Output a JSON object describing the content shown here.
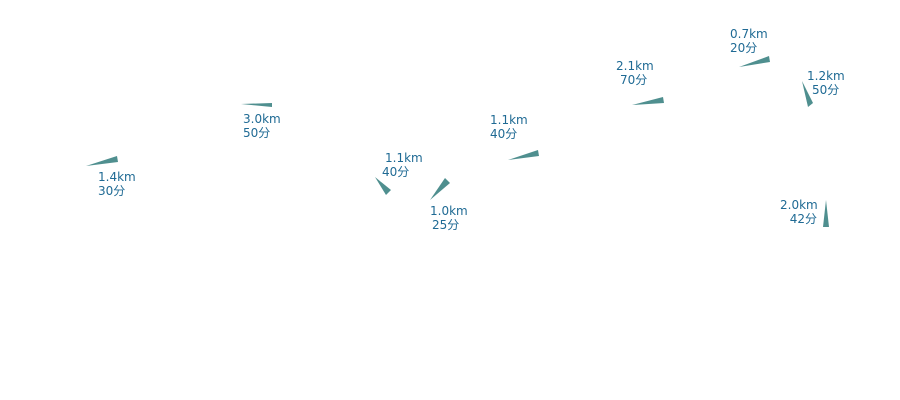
{
  "colors": {
    "segment": "#4f8f8f",
    "label": "#1f6a94",
    "background": "#ffffff"
  },
  "segments": [
    {
      "id": "seg-1",
      "distance": "1.4km",
      "time": "30分"
    },
    {
      "id": "seg-2",
      "distance": "3.0km",
      "time": "50分"
    },
    {
      "id": "seg-3",
      "distance": "1.1km",
      "time": "40分"
    },
    {
      "id": "seg-4",
      "distance": "1.0km",
      "time": "25分"
    },
    {
      "id": "seg-5",
      "distance": "1.1km",
      "time": "40分"
    },
    {
      "id": "seg-6",
      "distance": "2.1km",
      "time": "70分"
    },
    {
      "id": "seg-7",
      "distance": "0.7km",
      "time": "20分"
    },
    {
      "id": "seg-8",
      "distance": "1.2km",
      "time": "50分"
    },
    {
      "id": "seg-9",
      "distance": "2.0km",
      "time": "42分"
    }
  ]
}
